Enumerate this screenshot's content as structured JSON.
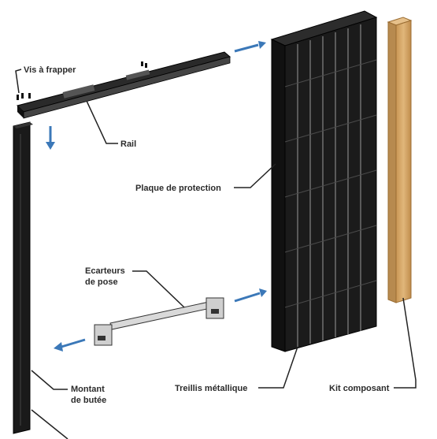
{
  "labels": {
    "vis": "Vis à frapper",
    "rail": "Rail",
    "plaque": "Plaque de protection",
    "ecarteurs_line1": "Ecarteurs",
    "ecarteurs_line2": "de pose",
    "montant_line1": "Montant",
    "montant_line2": "de butée",
    "treillis": "Treillis métallique",
    "kit": "Kit composant"
  },
  "colors": {
    "metal": "#1a1a1a",
    "metal_light": "#3a3a3a",
    "wood": "#d6a867",
    "wood_dark": "#b9874a",
    "arrow": "#3b78b8",
    "leader": "#222222"
  },
  "icons": [
    "arrow-right-icon",
    "arrow-down-icon",
    "arrow-left-icon"
  ]
}
